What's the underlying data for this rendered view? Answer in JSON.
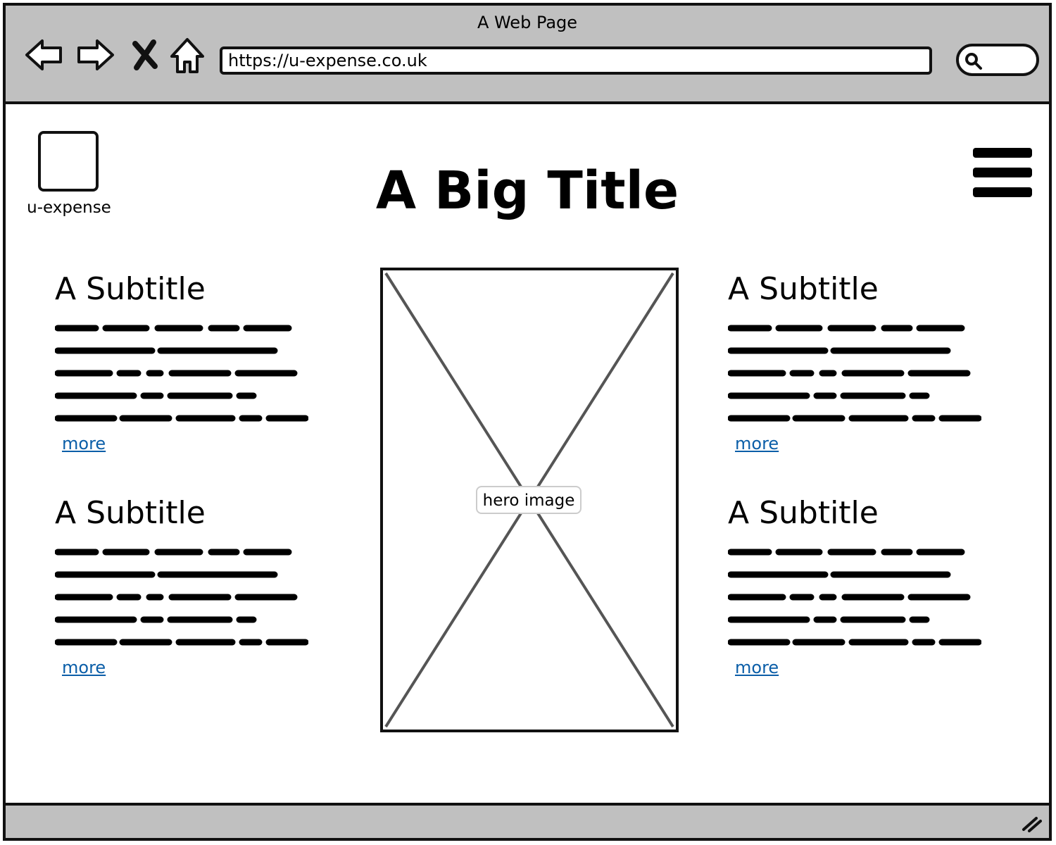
{
  "window": {
    "title": "A Web Page"
  },
  "toolbar": {
    "back_icon": "back-arrow-icon",
    "forward_icon": "forward-arrow-icon",
    "stop_icon": "close-icon",
    "home_icon": "home-icon",
    "url": "https://u-expense.co.uk",
    "search_icon": "search-icon"
  },
  "page": {
    "logo_label": "u-expense",
    "title": "A Big Title",
    "menu_icon": "hamburger-menu-icon",
    "hero_label": "hero image",
    "sections": [
      {
        "subtitle": "A Subtitle",
        "link": "more"
      },
      {
        "subtitle": "A Subtitle",
        "link": "more"
      },
      {
        "subtitle": "A Subtitle",
        "link": "more"
      },
      {
        "subtitle": "A Subtitle",
        "link": "more"
      }
    ]
  },
  "colors": {
    "chrome": "#c0c0c0",
    "link": "#0b5ea8",
    "stroke": "#111111"
  }
}
